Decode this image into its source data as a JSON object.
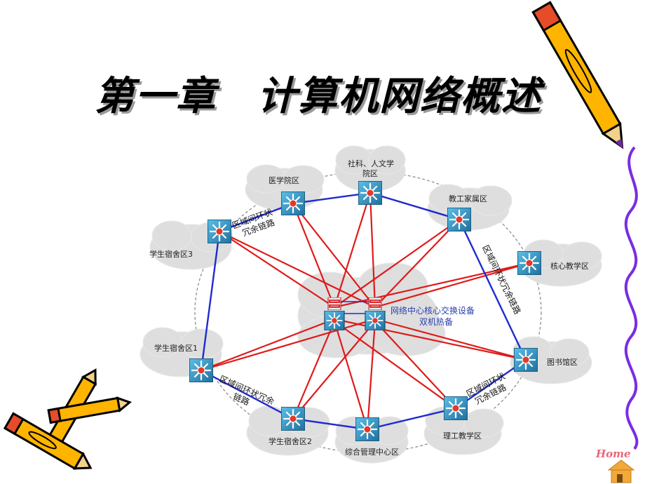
{
  "slide": {
    "title": "第一章　计算机网络概述"
  },
  "diagram": {
    "nodes": [
      {
        "id": "medical",
        "label": "医学院区"
      },
      {
        "id": "social",
        "label_line1": "社科、人文学",
        "label_line2": "院区"
      },
      {
        "id": "teacher_home",
        "label": "教工家属区"
      },
      {
        "id": "core_teaching",
        "label": "核心教学区"
      },
      {
        "id": "library",
        "label": "图书馆区"
      },
      {
        "id": "science",
        "label": "理工教学区"
      },
      {
        "id": "admin",
        "label": "综合管理中心区"
      },
      {
        "id": "dorm2",
        "label": "学生宿舍区2"
      },
      {
        "id": "dorm1",
        "label": "学生宿舍区1"
      },
      {
        "id": "dorm3",
        "label": "学生宿舍区3"
      }
    ],
    "core": {
      "label_line1": "网络中心核心交换设备",
      "label_line2": "双机热备"
    },
    "ring_labels": {
      "top_left_1": "区域间环状",
      "top_left_2": "冗余链路",
      "right_upper": "区域间环状冗余链路",
      "bottom_left_1": "区域间环状冗余",
      "bottom_left_2": "链路",
      "bottom_right_1": "区域间环状",
      "bottom_right_2": "冗余链路"
    },
    "colors": {
      "ring_link": "#1f2bd0",
      "core_link": "#e01a1a",
      "cloud": "#dcdcdc",
      "switch": "#2a8fc0"
    }
  },
  "nav": {
    "home_label": "Home"
  }
}
